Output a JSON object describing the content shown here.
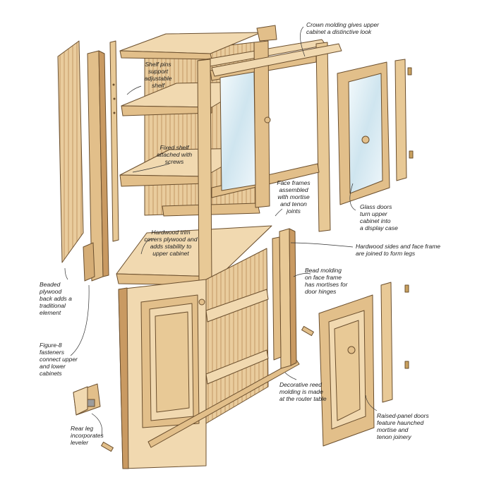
{
  "diagram": {
    "callouts": {
      "crown_molding": "Crown molding gives upper\ncabinet a distinctive look",
      "shelf_pins": "Shelf pins\nsupport\nadjustable\nshelf",
      "fixed_shelf": "Fixed shelf\nattached with\nscrews",
      "face_frames": "Face frames\nassembled\nwith mortise\nand tenon\njoints",
      "glass_doors": "Glass doors\nturn upper\ncabinet into\na display case",
      "hardwood_trim": "Hardwood trim\ncovers plywood and\nadds stability to\nupper cabinet",
      "hardwood_sides": "Hardwood sides and face frame\nare joined to form legs",
      "bead_molding": "Bead molding\non face frame\nhas mortises for\ndoor hinges",
      "beaded_plywood": "Beaded\nplywood\nback adds a\ntraditional\nelement",
      "figure8": "Figure-8\nfasteners\nconnect upper\nand lower\ncabinets",
      "reed_molding": "Decorative reed\nmolding is made\nat the router table",
      "raised_panel": "Raised-panel doors\nfeature haunched\nmortise and\ntenon joinery",
      "rear_leg": "Rear leg\nincorporates\nleveler"
    }
  },
  "colors": {
    "wood_light": "#f1d9b0",
    "wood_mid": "#e2bf8a",
    "wood_dark": "#c99a62",
    "outline": "#6b4f2e",
    "glass": "#dfeef5",
    "leader": "#333333"
  }
}
